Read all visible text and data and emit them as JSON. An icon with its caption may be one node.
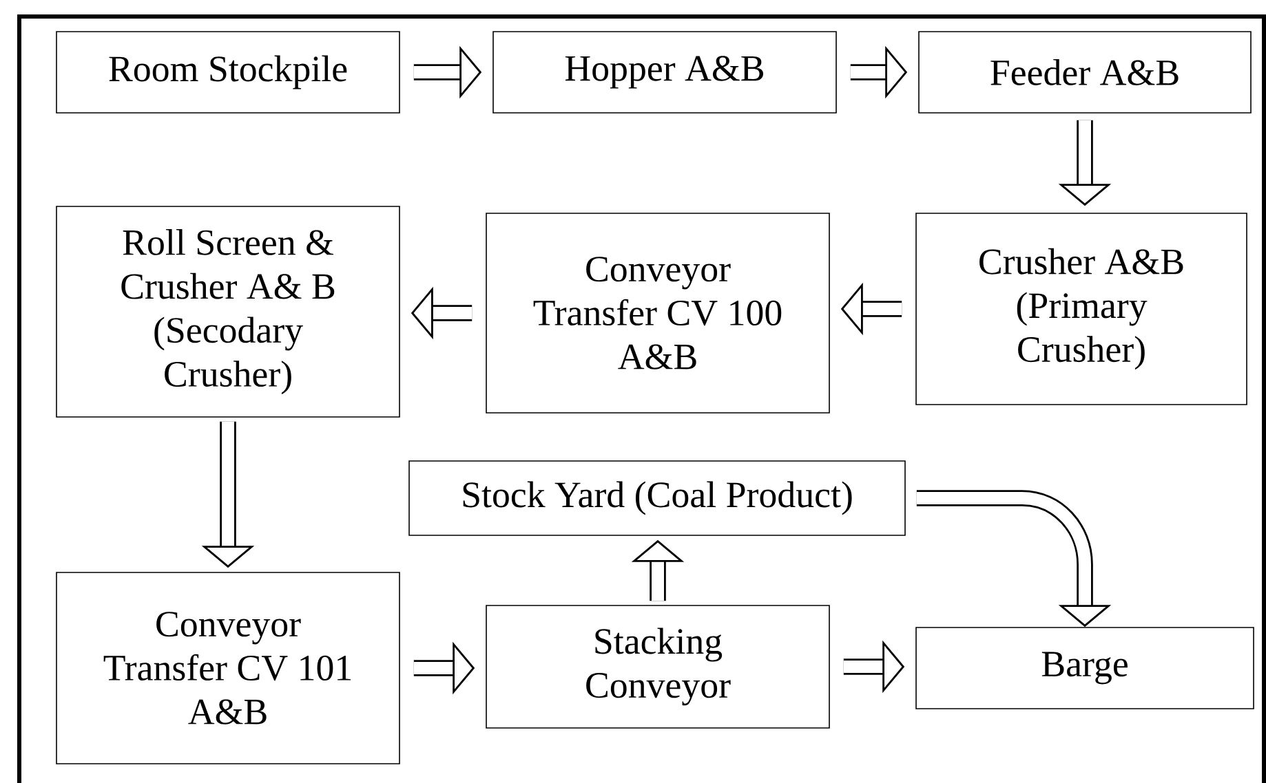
{
  "diagram": {
    "nodes": [
      {
        "text": [
          "Room Stockpile"
        ]
      },
      {
        "text": [
          "Hopper A&B"
        ]
      },
      {
        "text": [
          "Feeder A&B"
        ]
      },
      {
        "text": [
          "Crusher A&B (Primary Crusher)"
        ]
      },
      {
        "text": [
          "Conveyor Transfer CV 100 A&B"
        ]
      },
      {
        "text": [
          "Roll Screen & Crusher A& B (Secodary Crusher)"
        ]
      },
      {
        "text": [
          "Stock Yard (Coal Product)"
        ]
      },
      {
        "text": [
          "Conveyor Transfer CV 101 A&B"
        ]
      },
      {
        "text": [
          "Stacking Conveyor"
        ]
      },
      {
        "text": [
          "Barge"
        ]
      }
    ],
    "edges": [
      {
        "from": 0,
        "to": 1,
        "arrow": "to"
      },
      {
        "from": 1,
        "to": 2,
        "arrow": "to"
      },
      {
        "from": 2,
        "to": 3,
        "arrow": "to"
      },
      {
        "from": 3,
        "to": 4,
        "arrow": "to"
      },
      {
        "from": 4,
        "to": 5,
        "arrow": "to"
      },
      {
        "from": 5,
        "to": 7,
        "arrow": "to"
      },
      {
        "from": 7,
        "to": 8,
        "arrow": "to"
      },
      {
        "from": 8,
        "to": 6,
        "arrow": "to"
      },
      {
        "from": 8,
        "to": 9,
        "arrow": "to"
      },
      {
        "from": 6,
        "to": 9,
        "arrow": "to"
      }
    ]
  }
}
